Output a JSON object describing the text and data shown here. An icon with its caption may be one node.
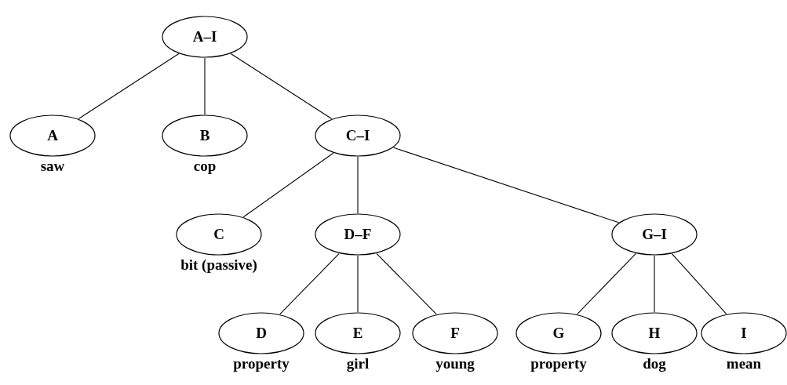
{
  "diagram": {
    "nodes": [
      {
        "text": [
          "A–I"
        ]
      },
      {
        "text": [
          "A"
        ],
        "beside": [
          "saw"
        ]
      },
      {
        "text": [
          "B"
        ],
        "beside": [
          "cop"
        ]
      },
      {
        "text": [
          "C–I"
        ]
      },
      {
        "text": [
          "C"
        ],
        "beside": [
          "bit (passive)"
        ]
      },
      {
        "text": [
          "D–F"
        ]
      },
      {
        "text": [
          "G–I"
        ]
      },
      {
        "text": [
          "D"
        ],
        "beside": [
          "property"
        ]
      },
      {
        "text": [
          "E"
        ],
        "beside": [
          "girl"
        ]
      },
      {
        "text": [
          "F"
        ],
        "beside": [
          "young"
        ]
      },
      {
        "text": [
          "G"
        ],
        "beside": [
          "property"
        ]
      },
      {
        "text": [
          "H"
        ],
        "beside": [
          "dog"
        ]
      },
      {
        "text": [
          "I"
        ],
        "beside": [
          "mean"
        ]
      }
    ],
    "edges": [
      {
        "from": 0,
        "to": 1,
        "arrow": "none"
      },
      {
        "from": 0,
        "to": 2,
        "arrow": "none"
      },
      {
        "from": 0,
        "to": 3,
        "arrow": "none"
      },
      {
        "from": 3,
        "to": 4,
        "arrow": "none"
      },
      {
        "from": 3,
        "to": 5,
        "arrow": "none"
      },
      {
        "from": 3,
        "to": 6,
        "arrow": "none"
      },
      {
        "from": 5,
        "to": 7,
        "arrow": "none"
      },
      {
        "from": 5,
        "to": 8,
        "arrow": "none"
      },
      {
        "from": 5,
        "to": 9,
        "arrow": "none"
      },
      {
        "from": 6,
        "to": 10,
        "arrow": "none"
      },
      {
        "from": 6,
        "to": 11,
        "arrow": "none"
      },
      {
        "from": 6,
        "to": 12,
        "arrow": "none"
      }
    ]
  }
}
